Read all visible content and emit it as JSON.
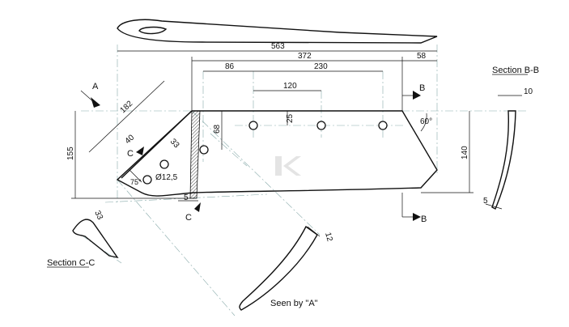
{
  "dimensions": {
    "overall_length": "563",
    "body_length": "372",
    "tip_length": "58",
    "first_hole_offset": "86",
    "hole_span_outer": "230",
    "hole_span_inner": "120",
    "wing_length": "182",
    "total_height": "155",
    "wing_hole_offset": "40",
    "wing_hole_edge": "33",
    "hole_height": "68",
    "hole_top_offset": "25",
    "tip_angle": "60°",
    "body_height": "140",
    "hole_diameter": "Ø12,5",
    "wing_angle": "75°",
    "hatch_width": "5",
    "section_cc_dim": "33",
    "seen_a_thickness": "12",
    "section_bb_top": "10",
    "section_bb_bottom": "5"
  },
  "markers": {
    "view_a": "A",
    "section_b_top": "B",
    "section_b_bottom": "B",
    "section_c_top": "C",
    "section_c_bottom": "C"
  },
  "labels": {
    "section_bb": "Section B-B",
    "section_cc": "Section C-C",
    "seen_by_a": "Seen by \"A\""
  },
  "watermark": "K"
}
